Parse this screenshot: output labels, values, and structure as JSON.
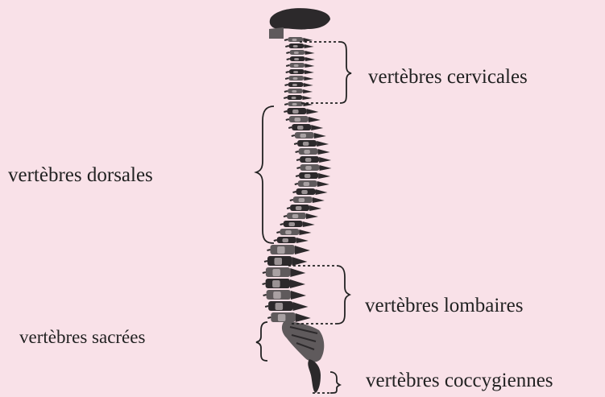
{
  "colors": {
    "background": "#f9e1e8",
    "bone": "#5f5a5c",
    "bone_dark": "#2c292b",
    "bone_light": "#c9bfc2",
    "text": "#222222"
  },
  "labels": {
    "cervical": "vertèbres cervicales",
    "dorsal": "vertèbres dorsales",
    "lumbar": "vertèbres lombaires",
    "sacral": "vertèbres sacrées",
    "coccygeal": "vertèbres coccygiennes"
  }
}
